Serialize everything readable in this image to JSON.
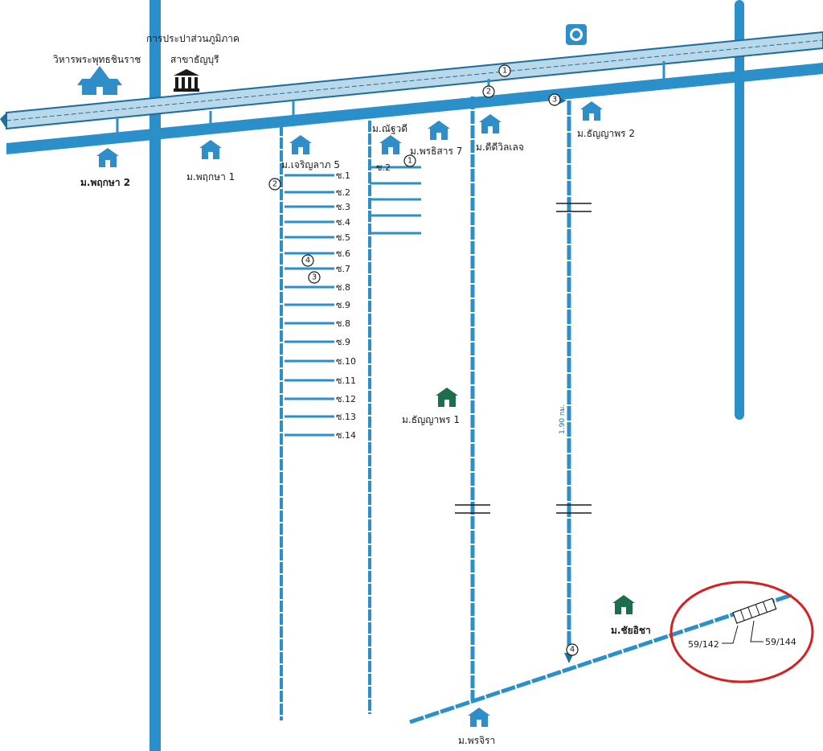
{
  "landmarks": {
    "temple": "วิหารพระพุทธชินราช",
    "waterworks_line1": "การประปาส่วนภูมิภาค",
    "waterworks_line2": "สาขาธัญบุรี"
  },
  "villages": {
    "pruksa2": "ม.พฤกษา 2",
    "pruksa1": "ม.พฤกษา 1",
    "charoenlap5": "ม.เจริญลาภ 5",
    "nanthawadi": "ม.ณัฐวดี",
    "pornsirisan7": "ม.พรธิสาร 7",
    "dediwillage": "ม.ดีดีวิลเลจ",
    "thanyaporn2": "ม.ธัญญาพร 2",
    "thanyaporn1": "ม.ธัญญาพร 1",
    "chaiyisa": "ม.ชัยอิชา",
    "pornjira": "ม.พรจิรา"
  },
  "sois": [
    "ซ.1",
    "ซ.2",
    "ซ.3",
    "ซ.4",
    "ซ.5",
    "ซ.6",
    "ซ.7",
    "ซ.8",
    "ซ.9",
    "ซ.8",
    "ซ.9",
    "ซ.10",
    "ซ.11",
    "ซ.12",
    "ซ.13",
    "ซ.14"
  ],
  "soi_nanthawadi": "ซ.2",
  "markers": [
    "1",
    "2",
    "3",
    "4"
  ],
  "distance_label": "1.90 กม.",
  "house_numbers": {
    "left": "59/142",
    "right": "59/144"
  },
  "colors": {
    "road": "#2b8fc9",
    "road_dark": "#1f6f9a",
    "highway_fill": "#b9d8ea",
    "village_icon": "#2f8dc8",
    "village_icon_green": "#1e6e4e",
    "highlight_circle": "#d42020"
  },
  "icons": {
    "temple": "temple-icon",
    "waterworks": "bank-building-icon",
    "ptt": "gas-station-logo-icon",
    "village": "house-icon"
  }
}
